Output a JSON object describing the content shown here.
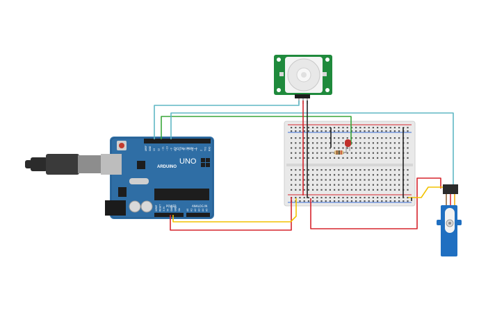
{
  "arduino": {
    "brand": "ARDUINO",
    "model": "UNO",
    "digital_label": "DIGITAL (PWM~)",
    "power_label": "POWER",
    "analog_label": "ANALOG IN",
    "board_color": "#2f6ea5",
    "digital_pins": [
      "13",
      "12",
      "~11",
      "~10",
      "~9",
      "8",
      "7",
      "~6",
      "~5",
      "4",
      "~3",
      "2",
      "TX1",
      "RX0"
    ],
    "top_left_pins": [
      "AREF",
      "GND"
    ],
    "power_pins": [
      "IOREF",
      "RESET",
      "3.3V",
      "5V",
      "GND",
      "GND",
      "Vin"
    ],
    "analog_pins": [
      "A0",
      "A1",
      "A2",
      "A3",
      "A4",
      "A5"
    ]
  },
  "pir_sensor": {
    "color": "#1f8a3c"
  },
  "breadboard": {
    "color": "#e9e9e9"
  },
  "led": {
    "color": "#c0302b"
  },
  "servo": {
    "color": "#1f6fc1"
  },
  "wires": {
    "red": "#d6232b",
    "black": "#222222",
    "green": "#3aa63a",
    "teal": "#5fb7c4",
    "yellow": "#f2c200"
  }
}
